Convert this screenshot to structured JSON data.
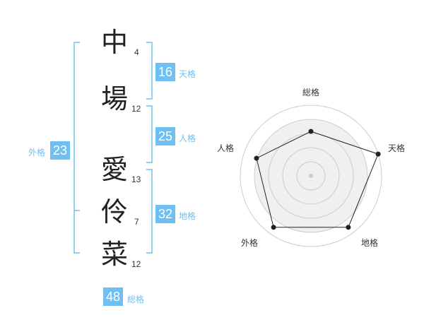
{
  "name_chars": [
    {
      "char": "中",
      "strokes": "4"
    },
    {
      "char": "場",
      "strokes": "12"
    },
    {
      "char": "愛",
      "strokes": "13"
    },
    {
      "char": "伶",
      "strokes": "7"
    },
    {
      "char": "菜",
      "strokes": "12"
    }
  ],
  "kakusu": {
    "tenkaku": {
      "value": "16",
      "label": "天格"
    },
    "jinkaku": {
      "value": "25",
      "label": "人格"
    },
    "chikaku": {
      "value": "32",
      "label": "地格"
    },
    "gaikaku": {
      "value": "23",
      "label": "外格"
    },
    "soukaku": {
      "value": "48",
      "label": "総格"
    }
  },
  "radar": {
    "axes": [
      "総格",
      "天格",
      "地格",
      "外格",
      "人格"
    ],
    "scores": [
      0.63,
      1.0,
      0.9,
      0.9,
      0.81
    ],
    "rings": 5
  },
  "colors": {
    "accent": "#6ec0f2",
    "grid_fill": "#f0f0f0",
    "grid_line": "#cccccc",
    "polygon_line": "#222222"
  }
}
